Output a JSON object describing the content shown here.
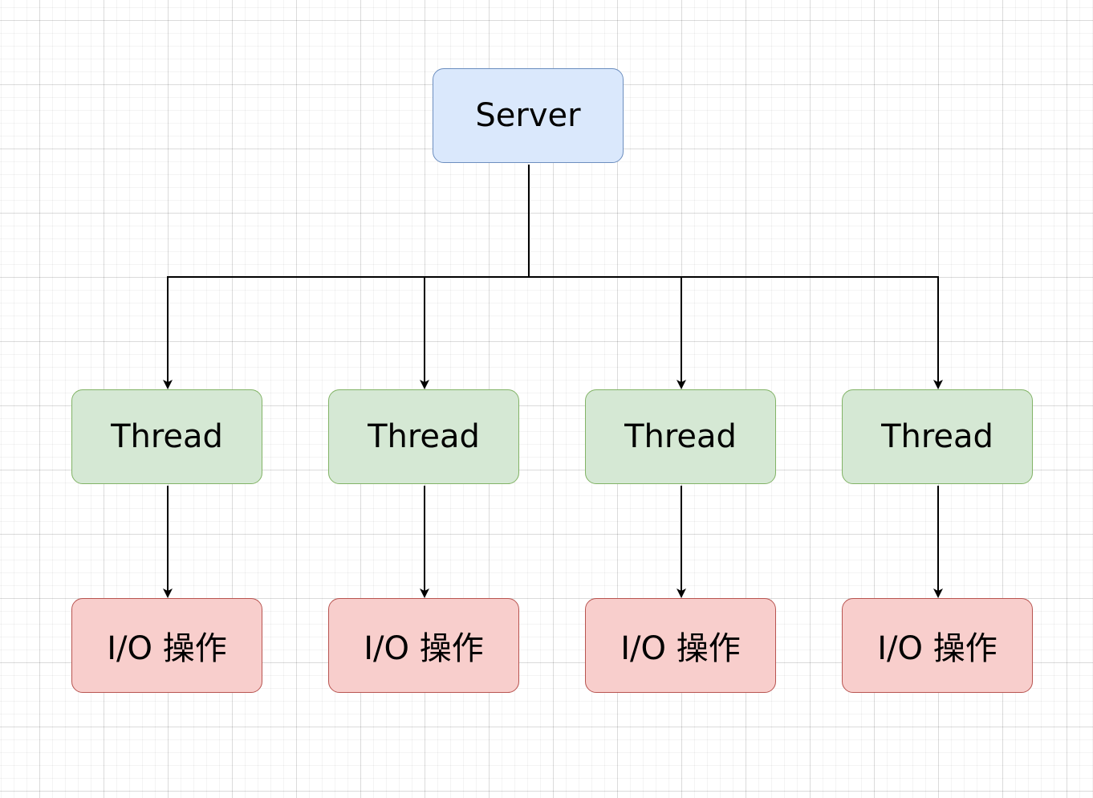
{
  "diagram": {
    "server": {
      "label": "Server",
      "fill": "#dae8fc",
      "stroke": "#6c8ebf"
    },
    "threads": [
      {
        "label": "Thread"
      },
      {
        "label": "Thread"
      },
      {
        "label": "Thread"
      },
      {
        "label": "Thread"
      }
    ],
    "io_operations": [
      {
        "label": "I/O 操作"
      },
      {
        "label": "I/O 操作"
      },
      {
        "label": "I/O 操作"
      },
      {
        "label": "I/O 操作"
      }
    ],
    "thread_style": {
      "fill": "#d5e8d4",
      "stroke": "#82b366"
    },
    "io_style": {
      "fill": "#f8cecc",
      "stroke": "#b85450"
    },
    "edge_color": "#000000"
  }
}
